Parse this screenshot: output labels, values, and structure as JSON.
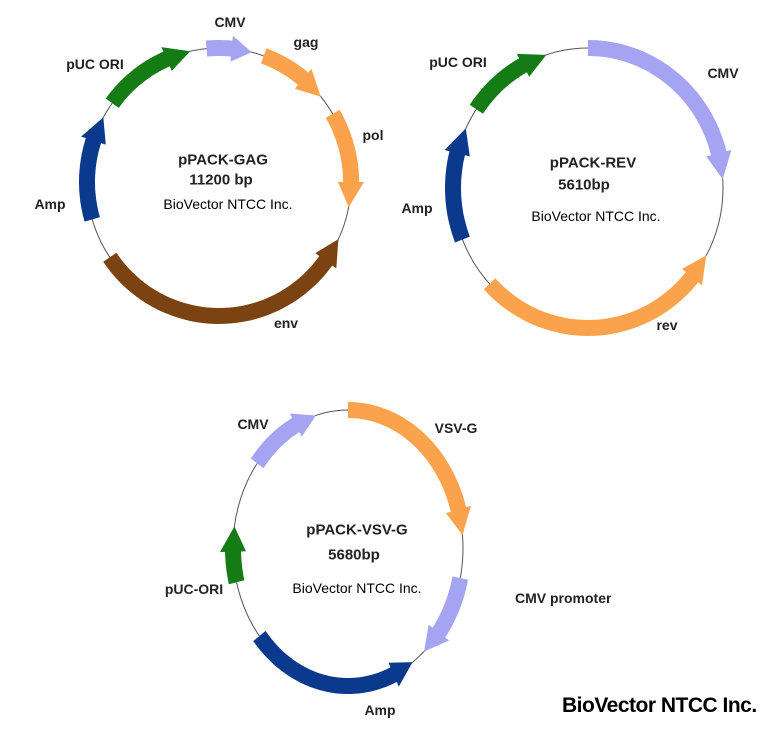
{
  "colors": {
    "cmv": "#a4a4f2",
    "orange": "#fba24c",
    "env": "#7b4212",
    "amp": "#0b3a8c",
    "ori": "#157c15",
    "backbone": "#555555"
  },
  "plasmids": [
    {
      "name": "pPACK-GAG",
      "size": "11200 bp",
      "company": "BioVector NTCC Inc.",
      "features": [
        {
          "label": "CMV",
          "start": 0.985,
          "end": 0.04,
          "dir": 1,
          "color": "cmv"
        },
        {
          "label": "gag",
          "start": 0.055,
          "end": 0.14,
          "dir": 1,
          "color": "orange"
        },
        {
          "label": "pol",
          "start": 0.165,
          "end": 0.28,
          "dir": 1,
          "color": "orange"
        },
        {
          "label": "env",
          "start": 0.32,
          "end": 0.655,
          "dir": -1,
          "color": "env"
        },
        {
          "label": "Amp",
          "start": 0.705,
          "end": 0.83,
          "dir": 1,
          "color": "amp"
        },
        {
          "label": "pUC ORI",
          "start": 0.85,
          "end": 0.965,
          "dir": 1,
          "color": "ori"
        }
      ]
    },
    {
      "name": "pPACK-REV",
      "size": "5610bp",
      "company": "BioVector NTCC Inc.",
      "features": [
        {
          "label": "CMV",
          "start": 0.0,
          "end": 0.24,
          "dir": 1,
          "color": "cmv"
        },
        {
          "label": "rev",
          "start": 0.33,
          "end": 0.63,
          "dir": -1,
          "color": "orange"
        },
        {
          "label": "Amp",
          "start": 0.69,
          "end": 0.82,
          "dir": 1,
          "color": "amp"
        },
        {
          "label": "pUC ORI",
          "start": 0.845,
          "end": 0.95,
          "dir": 1,
          "color": "ori"
        }
      ]
    },
    {
      "name": "pPACK-VSV-G",
      "size": "5680bp",
      "company": "BioVector NTCC Inc.",
      "features": [
        {
          "label": "VSV-G",
          "start": 0.0,
          "end": 0.235,
          "dir": 1,
          "color": "orange"
        },
        {
          "label": "CMV promoter",
          "start": 0.285,
          "end": 0.385,
          "dir": 1,
          "color": "cmv"
        },
        {
          "label": "Amp",
          "start": 0.405,
          "end": 0.64,
          "dir": -1,
          "color": "amp"
        },
        {
          "label": "pUC-ORI",
          "start": 0.71,
          "end": 0.775,
          "dir": 1,
          "color": "ori"
        },
        {
          "label": "CMV",
          "start": 0.855,
          "end": 0.955,
          "dir": 1,
          "color": "cmv"
        }
      ]
    }
  ],
  "footer": "BioVector NTCC Inc."
}
